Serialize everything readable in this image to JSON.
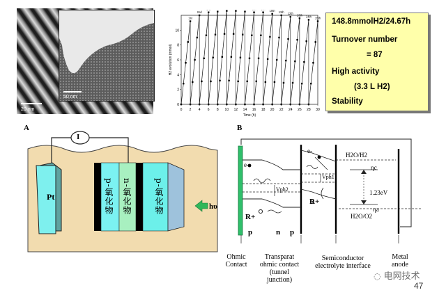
{
  "tem": {
    "scalebar_outer": "20 nm",
    "scalebar_inner": "50 nm"
  },
  "chart_data": {
    "type": "line",
    "xlabel": "Time (h)",
    "ylabel": "H2 evolution (mmol)",
    "xlim": [
      0,
      30
    ],
    "ylim": [
      0,
      12
    ],
    "x_ticks": [
      0,
      2,
      4,
      6,
      8,
      10,
      12,
      14,
      16,
      18,
      20,
      22,
      24,
      26,
      28,
      30
    ],
    "y_ticks": [
      0,
      2,
      4,
      6,
      8,
      10
    ],
    "cycle_labels": [
      "1st",
      "2nd",
      "3rd",
      "4th",
      "5th",
      "6th",
      "7th",
      "8th",
      "9th",
      "10th",
      "11th",
      "12th",
      "13th",
      "14th",
      "15th"
    ],
    "cycles": [
      {
        "x": [
          0,
          0.5,
          1.0,
          1.5,
          2.0
        ],
        "y": [
          0,
          2.8,
          5.6,
          8.4,
          11.2
        ]
      },
      {
        "x": [
          2,
          2.5,
          3.0,
          3.5,
          4.0
        ],
        "y": [
          0,
          3.0,
          6.0,
          9.0,
          12.0
        ]
      },
      {
        "x": [
          4,
          4.5,
          5.0,
          5.5,
          6.0
        ],
        "y": [
          0,
          3.1,
          6.2,
          9.3,
          12.4
        ]
      },
      {
        "x": [
          6,
          6.5,
          7.0,
          7.5,
          8.0
        ],
        "y": [
          0,
          3.1,
          6.3,
          9.4,
          12.5
        ]
      },
      {
        "x": [
          8,
          8.5,
          9.0,
          9.5,
          10.0
        ],
        "y": [
          0,
          3.2,
          6.4,
          9.5,
          12.6
        ]
      },
      {
        "x": [
          10,
          10.5,
          11.0,
          11.5,
          12.0
        ],
        "y": [
          0,
          3.2,
          6.4,
          9.5,
          12.6
        ]
      },
      {
        "x": [
          12,
          12.5,
          13.0,
          13.5,
          14.0
        ],
        "y": [
          0,
          3.1,
          6.3,
          9.4,
          12.5
        ]
      },
      {
        "x": [
          14,
          14.5,
          15.0,
          15.5,
          16.0
        ],
        "y": [
          0,
          3.1,
          6.2,
          9.3,
          12.4
        ]
      },
      {
        "x": [
          16,
          16.5,
          17.0,
          17.5,
          18.0
        ],
        "y": [
          0,
          3.1,
          6.2,
          9.3,
          12.4
        ]
      },
      {
        "x": [
          18,
          18.5,
          19.0,
          19.5,
          20.0
        ],
        "y": [
          0,
          3.0,
          6.1,
          9.1,
          12.2
        ]
      },
      {
        "x": [
          20,
          20.5,
          21.0,
          21.5,
          22.0
        ],
        "y": [
          0,
          3.0,
          6.0,
          9.0,
          12.0
        ]
      },
      {
        "x": [
          22,
          22.5,
          23.0,
          23.5,
          24.0
        ],
        "y": [
          0,
          2.9,
          5.9,
          8.8,
          11.8
        ]
      },
      {
        "x": [
          24,
          24.5,
          25.0,
          25.5,
          26.0
        ],
        "y": [
          0,
          2.9,
          5.8,
          8.7,
          11.6
        ]
      },
      {
        "x": [
          26,
          26.5,
          27.0,
          27.5,
          28.0
        ],
        "y": [
          0,
          2.8,
          5.7,
          8.5,
          11.4
        ]
      },
      {
        "x": [
          28,
          28.5,
          29.0,
          29.5,
          30.0
        ],
        "y": [
          0,
          2.8,
          5.6,
          8.4,
          11.2
        ]
      }
    ]
  },
  "infobox": {
    "line1": "148.8mmolH2/24.67h",
    "line2": "Turnover number",
    "line3": "= 87",
    "line4": "High activity",
    "line5": "(3.3 L H2)",
    "line6": "Stability"
  },
  "panelA": {
    "label": "A",
    "meter": "I",
    "pt": "Pt",
    "layers": [
      "p-氧化物",
      "n-氧化物",
      "p-氧化物"
    ],
    "light": "hυ"
  },
  "panelB": {
    "label": "B",
    "e_minus": "e-",
    "e_minus_right": "e-",
    "h2o_h2": "H2O/H2",
    "eta_c": "ηc",
    "v_ph1": "Vph1",
    "v_ph2": "Vph2",
    "ev": "1.23eV",
    "eta_a": "ηa",
    "h2o_o2": "H2O/O2",
    "r_plus_left": "R+",
    "r_plus_right": "R+",
    "p_left": "p",
    "n_mid": "n",
    "p_right": "p"
  },
  "captions": {
    "ohmic": "Ohmic\nContact",
    "transparent": "Transparat\nohmic contact\n(tunnel\njunction)",
    "semiconductor": "Semiconductor\nelectrolyte interface",
    "metal": "Metal\nanode"
  },
  "watermark": "电网技术",
  "page_number": "47"
}
